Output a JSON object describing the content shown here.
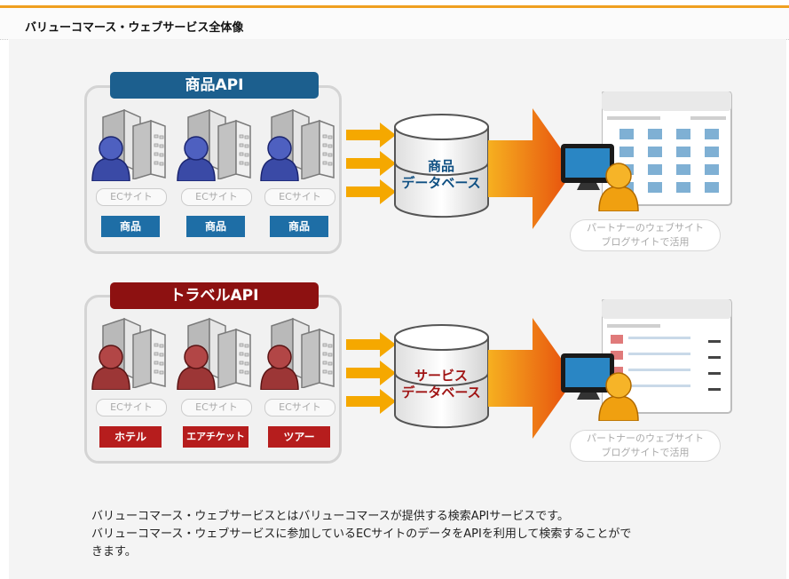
{
  "page_title": "バリューコマース・ウェブサービス全体像",
  "groups": [
    {
      "api_label": "商品API",
      "sites": [
        {
          "site_label": "ECサイト",
          "tag": "商品"
        },
        {
          "site_label": "ECサイト",
          "tag": "商品"
        },
        {
          "site_label": "ECサイト",
          "tag": "商品"
        }
      ],
      "database": [
        "商品",
        "データベース"
      ],
      "partner_caption": [
        "パートナーのウェブサイト",
        "ブログサイトで活用"
      ],
      "colors": {
        "banner": "#1c5f8e",
        "tag": "#1e6ea6",
        "user": "#3a4aa6",
        "db_text": "#0e4f82"
      }
    },
    {
      "api_label": "トラベルAPI",
      "sites": [
        {
          "site_label": "ECサイト",
          "tag": "ホテル"
        },
        {
          "site_label": "ECサイト",
          "tag": "エアチケット"
        },
        {
          "site_label": "ECサイト",
          "tag": "ツアー"
        }
      ],
      "database": [
        "サービス",
        "データベース"
      ],
      "partner_caption": [
        "パートナーのウェブサイト",
        "ブログサイトで活用"
      ],
      "colors": {
        "banner": "#8d1111",
        "tag": "#b61d1d",
        "user": "#9c3636",
        "db_text": "#a01414"
      }
    }
  ],
  "description": [
    "バリューコマース・ウェブサービスとはバリューコマースが提供する検索APIサービスです。",
    "バリューコマース・ウェブサービスに参加しているECサイトのデータをAPIを利用して検索することがで",
    "きます。"
  ],
  "colors": {
    "accent_line": "#f0a020",
    "arrow_small": "#f5a800",
    "arrow_big": "#e85a10",
    "partner_user": "#f0a010"
  }
}
